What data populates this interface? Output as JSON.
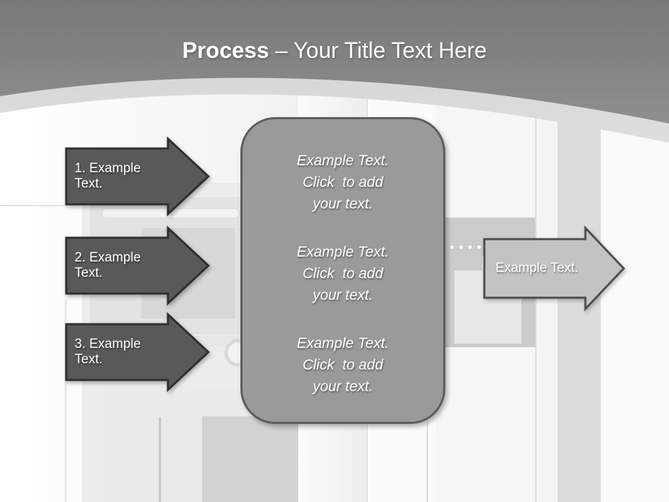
{
  "title": {
    "bold": "Process",
    "rest": " – Your Title Text Here"
  },
  "left_arrows": [
    {
      "label": "1. Example Text."
    },
    {
      "label": "2. Example Text."
    },
    {
      "label": "3. Example Text."
    }
  ],
  "panel": {
    "blocks": [
      {
        "lines": [
          "Example Text.",
          "Click  to add",
          "your text."
        ]
      },
      {
        "lines": [
          "Example Text.",
          "Click  to add",
          "your text."
        ]
      },
      {
        "lines": [
          "Example Text.",
          "Click  to add",
          "your text."
        ]
      }
    ]
  },
  "right_arrow": {
    "label": "Example Text."
  },
  "colors": {
    "header_top": "#787878",
    "header_bottom": "#8f8f8f",
    "header_band": "#d3d3d3",
    "dark_arrow_fill": "#595959",
    "dark_arrow_border": "#2f2f2f",
    "panel_fill": "#9a9a9a",
    "panel_border": "#5c5c5c",
    "right_arrow_fill": "#c3c3c3",
    "right_arrow_border": "#4d4d4d",
    "text": "#ffffff"
  }
}
